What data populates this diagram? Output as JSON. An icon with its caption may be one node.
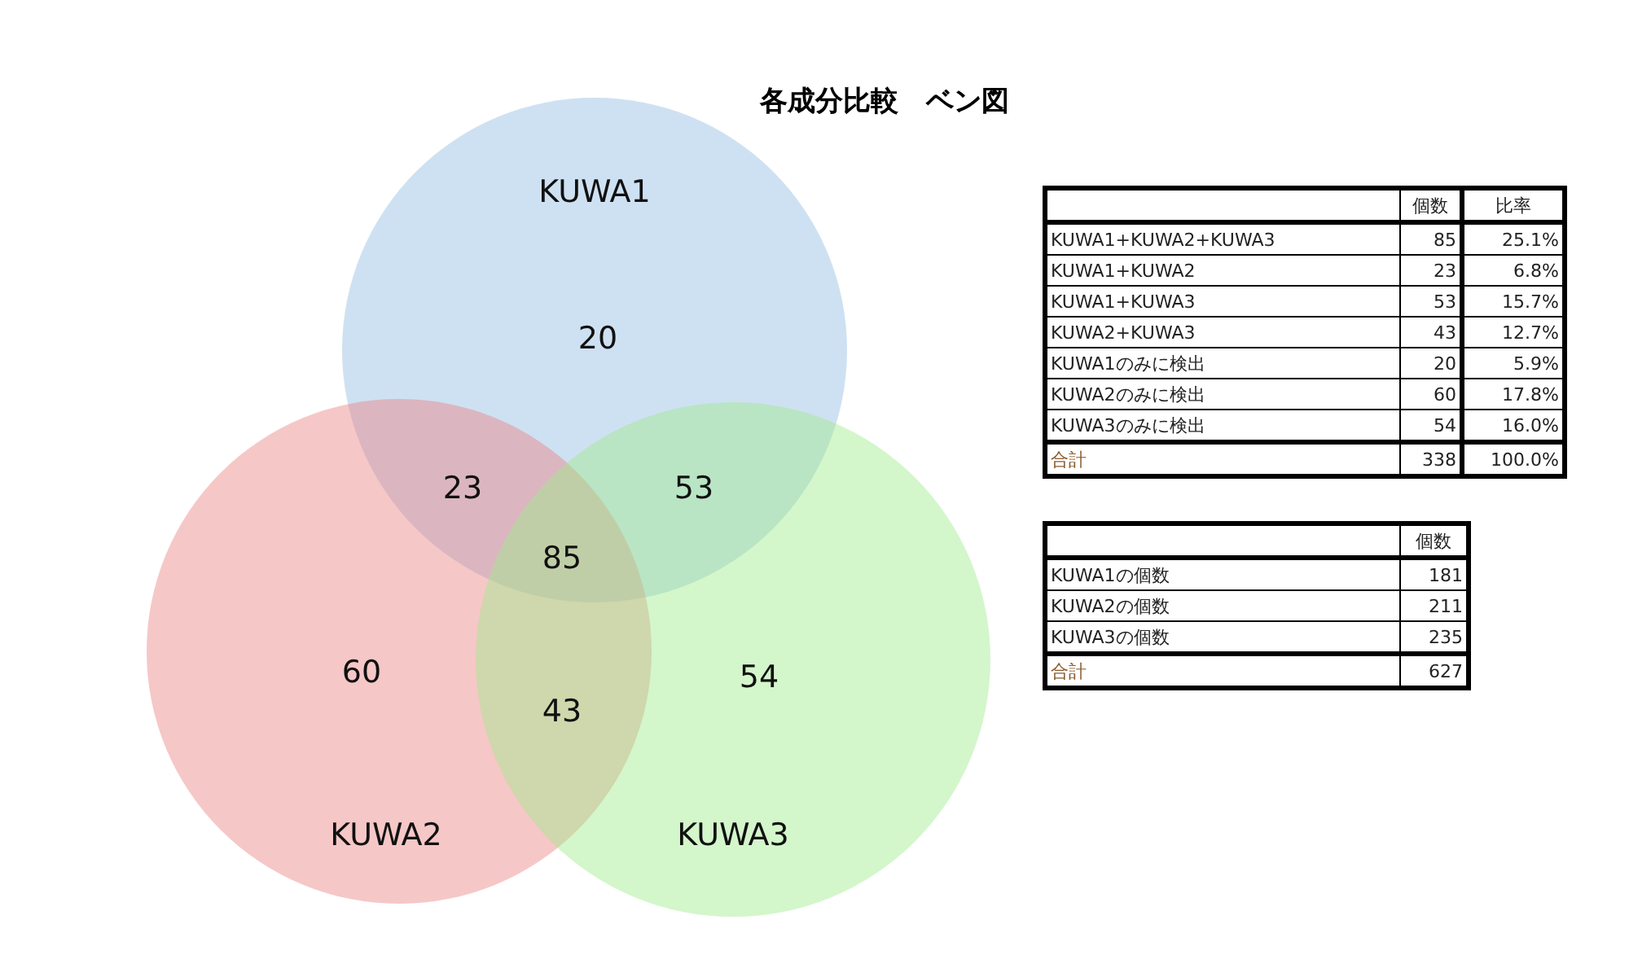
{
  "diagram": {
    "title": "各成分比較　ベン図",
    "nodes": [
      {
        "text": [
          "KUWA1",
          "20"
        ]
      },
      {
        "text": [
          "60",
          "KUWA2"
        ]
      },
      {
        "text": [
          "54",
          "KUWA3"
        ]
      }
    ],
    "edges": [],
    "labels": [
      "23",
      "53",
      "85",
      "43",
      "個数",
      "比率",
      "KUWA1+KUWA2+KUWA3",
      "85",
      "25.1%",
      "KUWA1+KUWA2",
      "23",
      "6.8%",
      "KUWA1+KUWA3",
      "53",
      "15.7%",
      "KUWA2+KUWA3",
      "43",
      "12.7%",
      "KUWA1のみに検出",
      "20",
      "5.9%",
      "KUWA2のみに検出",
      "60",
      "17.8%",
      "KUWA3のみに検出",
      "54",
      "16.0%",
      "合計",
      "338",
      "100.0%",
      "個数",
      "KUWA1の個数",
      "181",
      "KUWA2の個数",
      "211",
      "KUWA3の個数",
      "235",
      "合計",
      "627"
    ]
  }
}
